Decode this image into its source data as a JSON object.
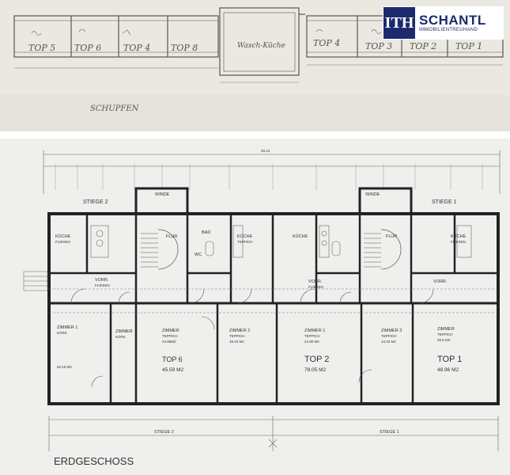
{
  "logo": {
    "mark": "ITH",
    "name": "SCHANTL",
    "tagline": "IMMOBILIENTREUHAND"
  },
  "sketch": {
    "units": [
      "TOP 5",
      "TOP 6",
      "TOP 4",
      "TOP 8",
      "TOP 4",
      "TOP 3",
      "TOP 2",
      "TOP 1"
    ],
    "laundry": "Wasch-Küche",
    "shed": "SCHUPFEN"
  },
  "plan": {
    "title": "ERDGESCHOSS",
    "stairs": [
      "STIEGE 2",
      "STIEGE 1"
    ],
    "wind": "WINDE",
    "rooms": {
      "kueche": "KÜCHE",
      "flur": "FLUR",
      "bad": "BAD",
      "wc": "WC",
      "vorr": "VORR.",
      "zimmer": "ZIMMER",
      "zimmer1": "ZIMMER 1",
      "zimmer2": "ZIMMER 2",
      "zimmer3": "ZIMMER 3",
      "teppich": "TEPPICH",
      "fliesen": "FLIESEN",
      "kork": "KORK"
    },
    "tops": [
      {
        "label": "TOP 6",
        "area": "45.59 M2"
      },
      {
        "label": "TOP 2",
        "area": "78.05 M2"
      },
      {
        "label": "TOP 1",
        "area": "48.96 M2"
      }
    ],
    "small_areas": [
      "52.15 M2",
      "24.85M2",
      "15.03 M2",
      "24.90 M2",
      "14.02 M2",
      "25.8 M2"
    ],
    "dims_top": "28.13"
  }
}
